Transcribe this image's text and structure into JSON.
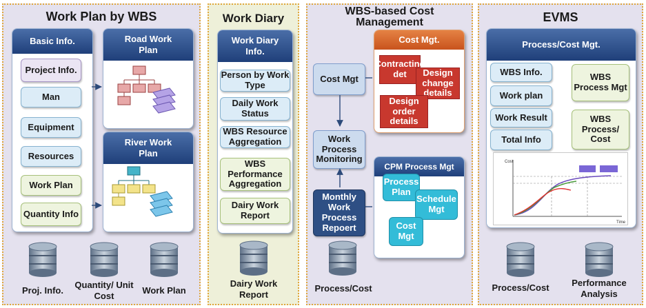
{
  "wbs": {
    "title": "Work Plan by WBS",
    "basic_header": "Basic Info.",
    "items": [
      "Project Info.",
      "Man",
      "Equipment",
      "Resources",
      "Work Plan",
      "Quantity Info"
    ],
    "road_title": "Road Work Plan",
    "river_title": "River Work Plan",
    "dbs": [
      "Proj. Info.",
      "Quantity/ Unit Cost",
      "Work Plan"
    ]
  },
  "diary": {
    "title": "Work Diary",
    "header": "Work Diary Info.",
    "items": [
      "Person by Work Type",
      "Daily Work Status",
      "WBS Resource Aggregation",
      "WBS Performance Aggregation",
      "Dairy Work Report"
    ],
    "db": "Dairy Work Report"
  },
  "cost": {
    "title": "WBS-based Cost Management",
    "cost_mgt_node": "Cost Mgt",
    "monitoring_node": "Work Process Monitoring",
    "monthly_node": "Monthly Work Process Repoert",
    "cost_box_header": "Cost Mgt.",
    "cost_box_items": [
      "Contracting det",
      "Design change details",
      "Design order details"
    ],
    "cpm_header": "CPM Process Mgt",
    "cpm_items": [
      "Process Plan",
      "Schedule Mgt",
      "Cost Mgt"
    ],
    "db": "Process/Cost"
  },
  "evms": {
    "title": "EVMS",
    "header": "Process/Cost Mgt.",
    "left_items": [
      "WBS Info.",
      "Work plan",
      "Work Result",
      "Total Info"
    ],
    "right_items": [
      "WBS Process Mgt",
      "WBS Process/ Cost"
    ],
    "chart_axis_y": "Cost",
    "chart_axis_x": "Time",
    "dbs": [
      "Process/Cost",
      "Performance Analysis"
    ]
  },
  "colors": {
    "panel_bg": "#e4e1ee",
    "panel_border": "#e0a63a",
    "header_blue": "#1f3f7a",
    "cost_orange": "#d3642a",
    "red_button": "#c8382e",
    "cyan_button": "#33bcd8"
  }
}
